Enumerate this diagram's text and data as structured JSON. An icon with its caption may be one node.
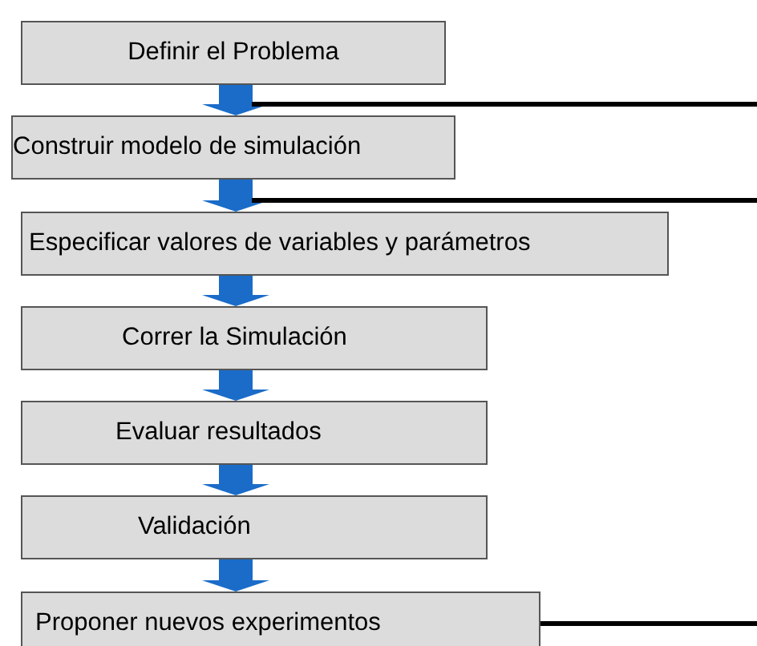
{
  "diagram": {
    "nodes": [
      {
        "text": [
          "Definir el Problema"
        ]
      },
      {
        "text": [
          "Construir modelo de simulación"
        ]
      },
      {
        "text": [
          "Especificar valores de variables y parámetros"
        ]
      },
      {
        "text": [
          "Correr la Simulación"
        ]
      },
      {
        "text": [
          "Evaluar resultados"
        ]
      },
      {
        "text": [
          "Validación"
        ]
      },
      {
        "text": [
          "Proponer nuevos experimentos"
        ]
      }
    ],
    "edges": [
      {
        "from": 0,
        "to": 1,
        "arrow": "to"
      },
      {
        "from": null,
        "to": 1,
        "arrow": "none",
        "color": "#000000"
      },
      {
        "from": 1,
        "to": 2,
        "arrow": "to"
      },
      {
        "from": null,
        "to": 2,
        "arrow": "none",
        "color": "#000000"
      },
      {
        "from": 2,
        "to": 3,
        "arrow": "to"
      },
      {
        "from": 3,
        "to": 4,
        "arrow": "to"
      },
      {
        "from": 4,
        "to": 5,
        "arrow": "to"
      },
      {
        "from": 5,
        "to": 6,
        "arrow": "to"
      },
      {
        "from": 6,
        "to": null,
        "arrow": "none",
        "color": "#000000"
      }
    ]
  }
}
